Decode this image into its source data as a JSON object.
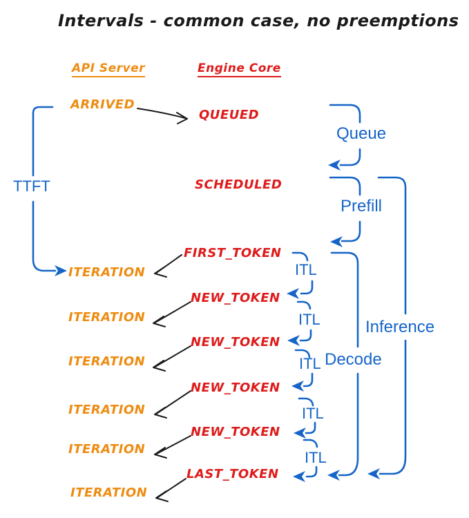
{
  "title": "Intervals - common case, no preemptions",
  "columns": {
    "api_server": "API Server",
    "engine_core": "Engine Core"
  },
  "events": {
    "arrived": "ARRIVED",
    "queued": "QUEUED",
    "scheduled": "SCHEDULED",
    "first_token": "FIRST_TOKEN",
    "new_token": "NEW_TOKEN",
    "last_token": "LAST_TOKEN",
    "iteration": "ITERATION"
  },
  "intervals": {
    "ttft": "TTFT",
    "queue": "Queue",
    "prefill": "Prefill",
    "itl": "ITL",
    "decode": "Decode",
    "inference": "Inference"
  },
  "colors": {
    "api_server": "#ED8C12",
    "engine_core": "#DE1B1B",
    "interval": "#1565C8",
    "arrow": "#1a1a1a"
  }
}
